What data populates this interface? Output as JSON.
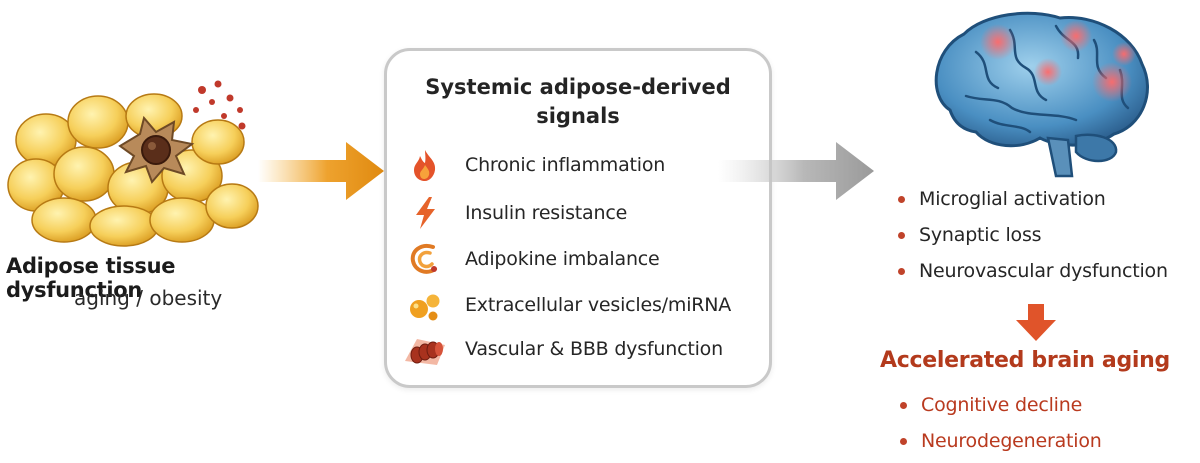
{
  "source": {
    "title": "Adipose tissue dysfunction",
    "subtitle": "aging / obesity",
    "icon": "adipose-cells-with-macrophage"
  },
  "signals": {
    "title": "Systemic adipose-derived signals",
    "items": [
      {
        "label": "Chronic inflammation",
        "icon": "flame-icon"
      },
      {
        "label": "Insulin resistance",
        "icon": "lightning-icon"
      },
      {
        "label": "Adipokine imbalance",
        "icon": "adipokine-icon"
      },
      {
        "label": "Extracellular vesicles/miRNA",
        "icon": "vesicles-icon"
      },
      {
        "label": "Vascular & BBB dysfunction",
        "icon": "blood-vessel-icon"
      }
    ]
  },
  "brain_effects": {
    "icon": "brain-icon",
    "items": [
      "Microglial activation",
      "Synaptic loss",
      "Neurovascular dysfunction"
    ]
  },
  "outcome": {
    "title": "Accelerated brain aging",
    "items": [
      "Cognitive decline",
      "Neurodegeneration"
    ]
  },
  "colors": {
    "accent_orange": "#e8961c",
    "arrow_gray": "#a8a8a8",
    "outcome_red": "#b33a1c",
    "bullet_red": "#c0432a",
    "box_border": "#c9c9c9"
  }
}
